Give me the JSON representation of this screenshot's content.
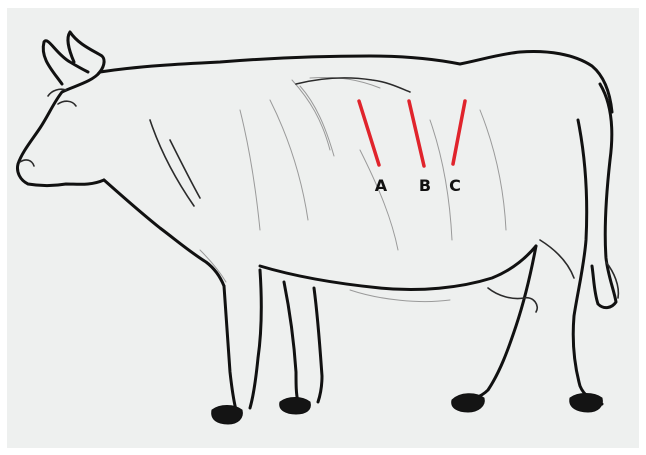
{
  "diagram": {
    "subject_icon": "cow-outline-icon",
    "marker_color": "#e0242c",
    "markers": [
      {
        "label": "A"
      },
      {
        "label": "B"
      },
      {
        "label": "C"
      }
    ]
  }
}
